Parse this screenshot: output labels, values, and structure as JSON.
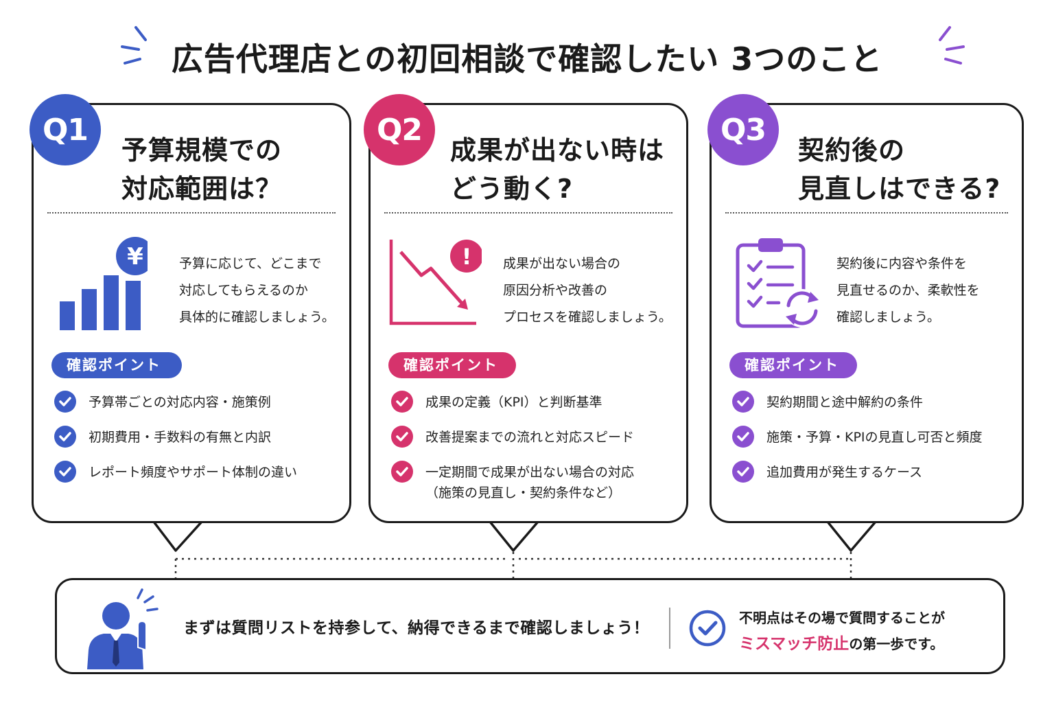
{
  "title": "広告代理店との初回相談で確認したい 3つのこと",
  "colors": {
    "q1": "#3c5cc5",
    "q2": "#d6336c",
    "q3": "#8a4fd0"
  },
  "cards": [
    {
      "badge": "Q1",
      "title_line1": "予算規模での",
      "title_line2": "対応範囲は？",
      "icon": "yen-bar-chart-icon",
      "yen_symbol": "¥",
      "desc": [
        "予算に応じて、どこまで",
        "対応してもらえるのか",
        "具体的に確認しましょう。"
      ],
      "pill": "確認ポイント",
      "checks": [
        "予算帯ごとの対応内容・施策例",
        "初期費用・手数料の有無と内訳",
        "レポート頻度やサポート体制の違い"
      ]
    },
    {
      "badge": "Q2",
      "title_line1": "成果が出ない時は",
      "title_line2": "どう動く?",
      "icon": "declining-chart-alert-icon",
      "alert_symbol": "!",
      "desc": [
        "成果が出ない場合の",
        "原因分析や改善の",
        "プロセスを確認しましょう。"
      ],
      "pill": "確認ポイント",
      "checks": [
        "成果の定義（KPI）と判断基準",
        "改善提案までの流れと対応スピード",
        "一定期間で成果が出ない場合の対応",
        "（施策の見直し・契約条件など）"
      ]
    },
    {
      "badge": "Q3",
      "title_line1": "契約後の",
      "title_line2": "見直しはできる?",
      "icon": "clipboard-refresh-icon",
      "desc": [
        "契約後に内容や条件を",
        "見直せるのか、柔軟性を",
        "確認しましょう。"
      ],
      "pill": "確認ポイント",
      "checks": [
        "契約期間と途中解約の条件",
        "施策・予算・KPIの見直し可否と頻度",
        "追加費用が発生するケース"
      ]
    }
  ],
  "bottom": {
    "main": "まずは質問リストを持参して、納得できるまで確認しましょう！",
    "right_line1": "不明点はその場で質問することが",
    "right_accent": "ミスマッチ防止",
    "right_rest": "の第一歩です。"
  }
}
